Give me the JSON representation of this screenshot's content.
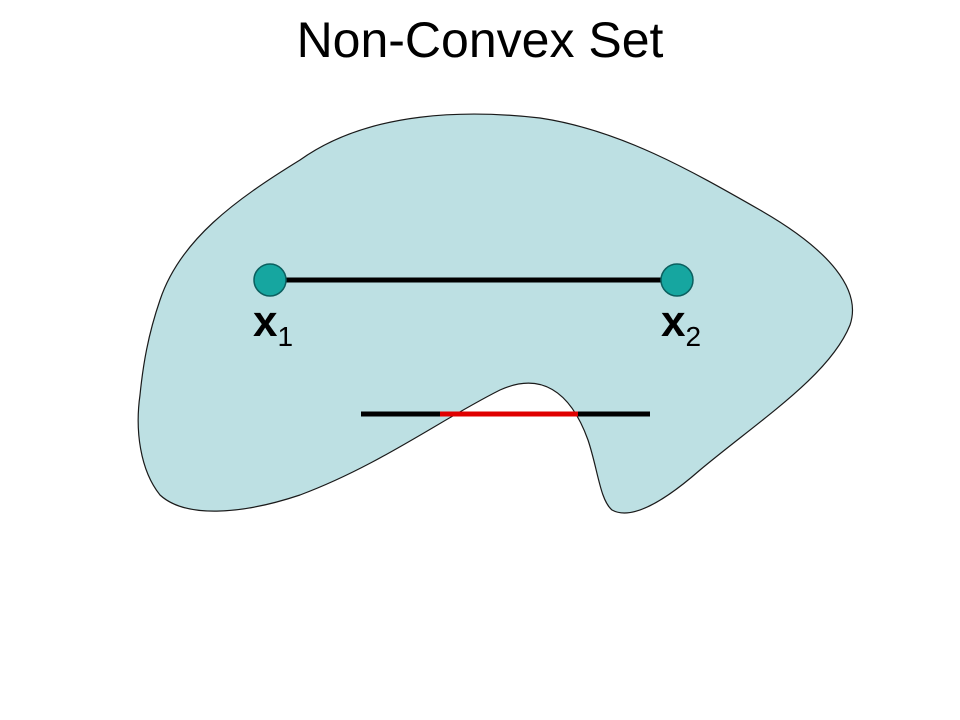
{
  "title": "Non-Convex Set",
  "colors": {
    "region_fill": "#bde0e3",
    "region_stroke": "#1a1a1a",
    "segment": "#000000",
    "outside_segment": "#e00000",
    "point_fill": "#16a6a0",
    "point_stroke": "#0b5f5f"
  },
  "points": [
    {
      "label": "x",
      "subscript": "1"
    },
    {
      "label": "x",
      "subscript": "2"
    }
  ]
}
